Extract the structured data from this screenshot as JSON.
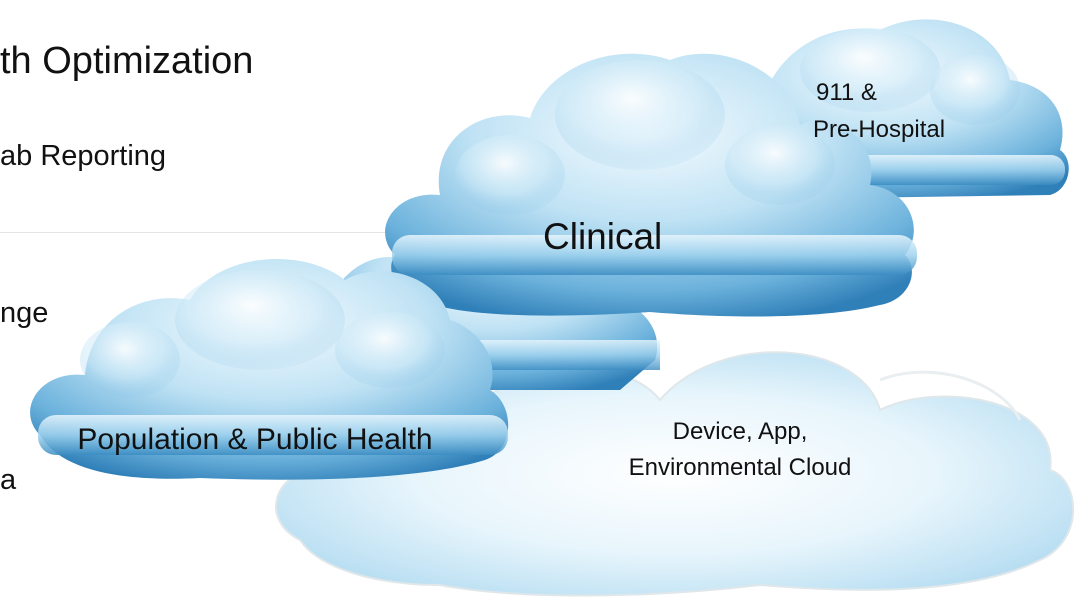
{
  "background_text": {
    "line1": "th Optimization",
    "line2": "ab Reporting",
    "line3": "nge",
    "line4": "a"
  },
  "clouds": {
    "prehospital": {
      "line1": "911 &",
      "line2": "Pre-Hospital"
    },
    "clinical": {
      "label": "Clinical"
    },
    "population": {
      "label": "Population & Public Health"
    },
    "device": {
      "line1": "Device, App,",
      "line2": "Environmental Cloud"
    }
  },
  "colors": {
    "cloud_top": "#eaf6fc",
    "cloud_mid": "#a8d6ee",
    "cloud_edge": "#3d8fc4",
    "cloud_band": "#c8e8f6",
    "soft_cloud": "#dff1fb"
  }
}
